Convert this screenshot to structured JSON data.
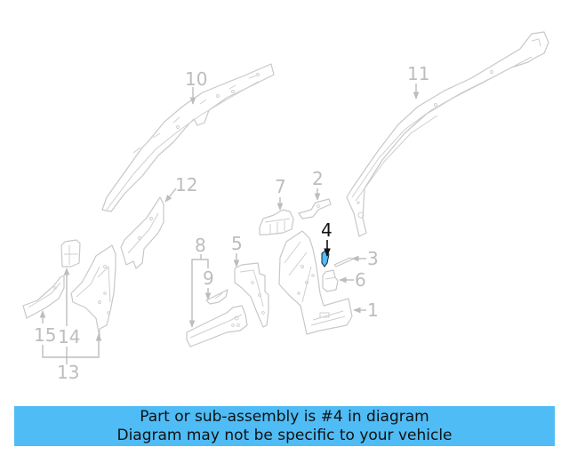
{
  "diagram": {
    "highlight_color": "#4fbcf5",
    "callout_color": "#bdbdbd",
    "highlighted_callout": "4",
    "callouts": [
      {
        "id": "1",
        "label": "1"
      },
      {
        "id": "2",
        "label": "2"
      },
      {
        "id": "3",
        "label": "3"
      },
      {
        "id": "4",
        "label": "4"
      },
      {
        "id": "5",
        "label": "5"
      },
      {
        "id": "6",
        "label": "6"
      },
      {
        "id": "7",
        "label": "7"
      },
      {
        "id": "8",
        "label": "8"
      },
      {
        "id": "9",
        "label": "9"
      },
      {
        "id": "10",
        "label": "10"
      },
      {
        "id": "11",
        "label": "11"
      },
      {
        "id": "12",
        "label": "12"
      },
      {
        "id": "13",
        "label": "13"
      },
      {
        "id": "14",
        "label": "14"
      },
      {
        "id": "15",
        "label": "15"
      }
    ]
  },
  "banner": {
    "line1": "Part or sub-assembly is #4 in diagram",
    "line2": "Diagram may not be specific to your vehicle",
    "background": "#4fbcf5"
  }
}
